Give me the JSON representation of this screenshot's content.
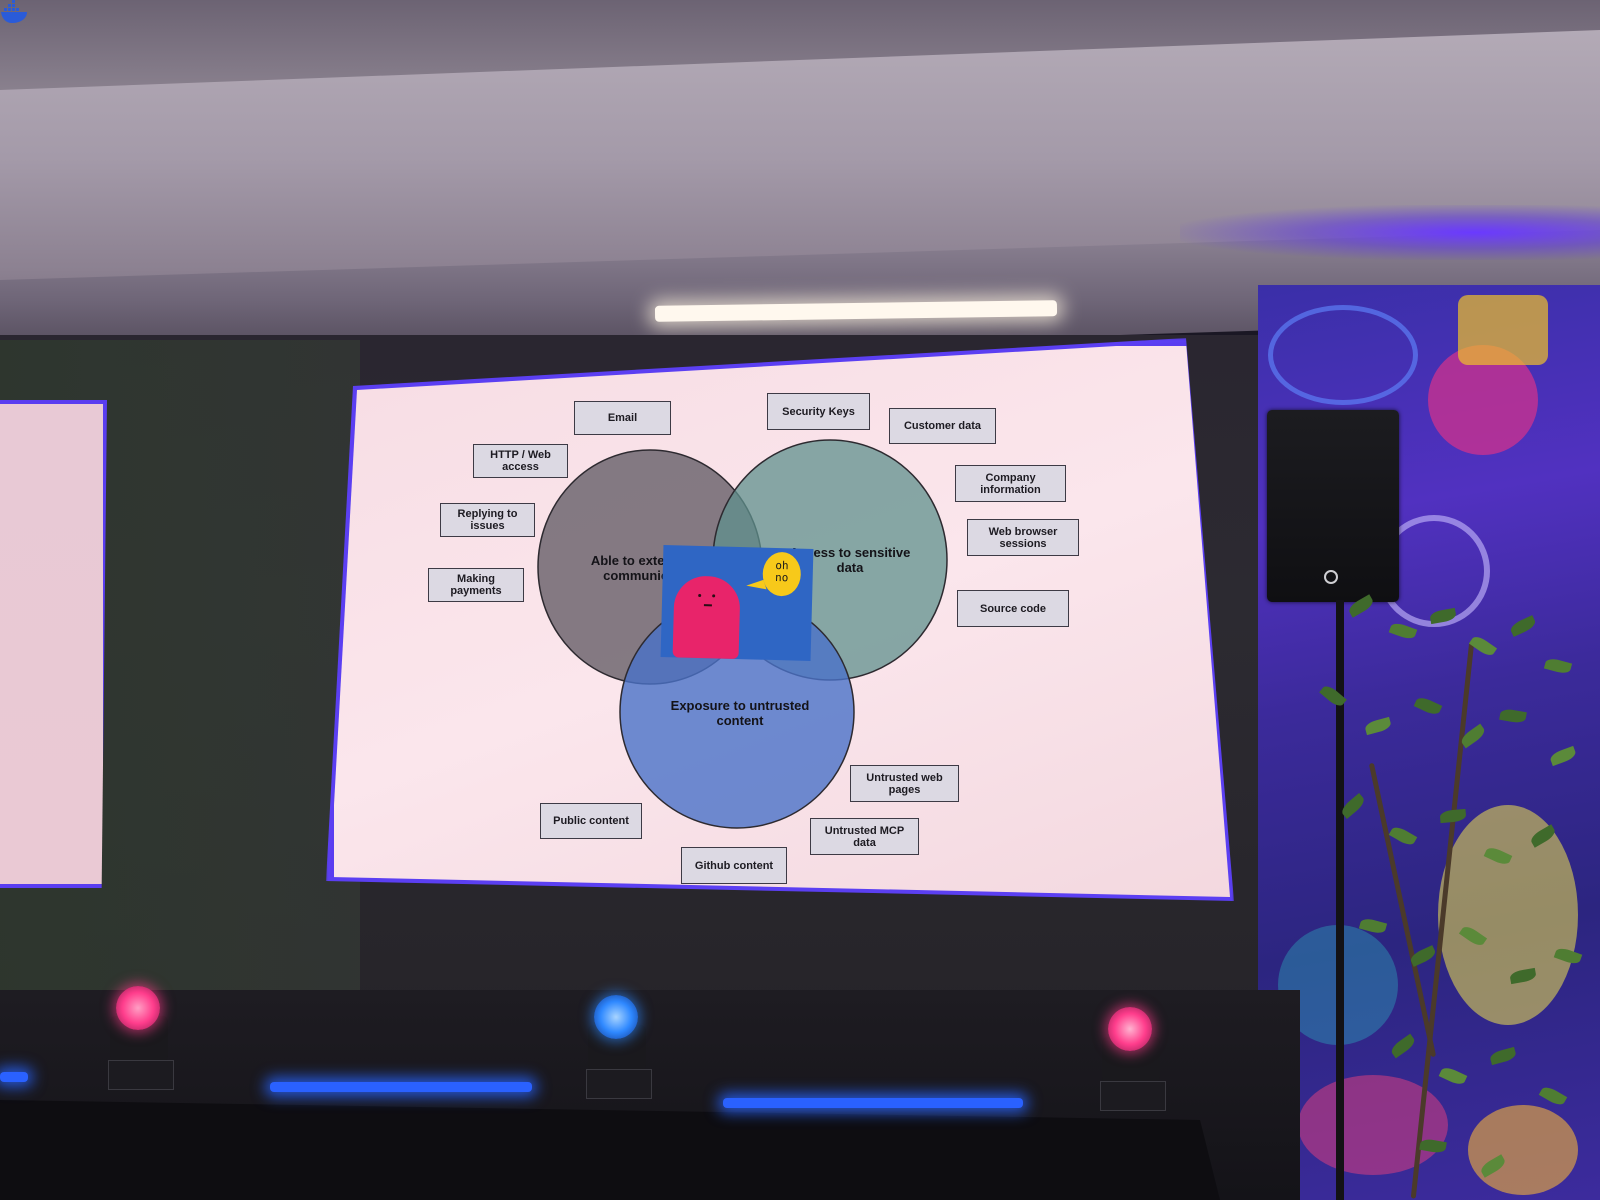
{
  "slide": {
    "circles": {
      "communicate": "Able to externally\ncommunicate",
      "sensitive": "Access to sensitive\ndata",
      "untrusted": "Exposure to untrusted\ncontent"
    },
    "tags": {
      "email": "Email",
      "http_web_access": "HTTP / Web access",
      "replying_to_issues": "Replying to issues",
      "making_payments": "Making payments",
      "security_keys": "Security Keys",
      "customer_data": "Customer data",
      "company_information": "Company information",
      "web_browser_sessions": "Web browser sessions",
      "source_code": "Source code",
      "untrusted_web_pages": "Untrusted web pages",
      "untrusted_mcp_data": "Untrusted MCP data",
      "github_content": "Github content",
      "public_content": "Public content"
    },
    "bubble_text": "oh\nno",
    "colors": {
      "communicate_circle": "#6f6670",
      "sensitive_circle": "#5f908c",
      "untrusted_circle": "#4a72c8",
      "screen_border": "#5a3df0",
      "blob": "#e8246a",
      "bubble": "#f7c91a"
    },
    "logo_icon": "docker-whale-icon"
  },
  "stage": {
    "light_colors": [
      "#ff3d8c",
      "#2e88ff",
      "#ff3d8c"
    ],
    "led_color": "#2a61ff"
  }
}
